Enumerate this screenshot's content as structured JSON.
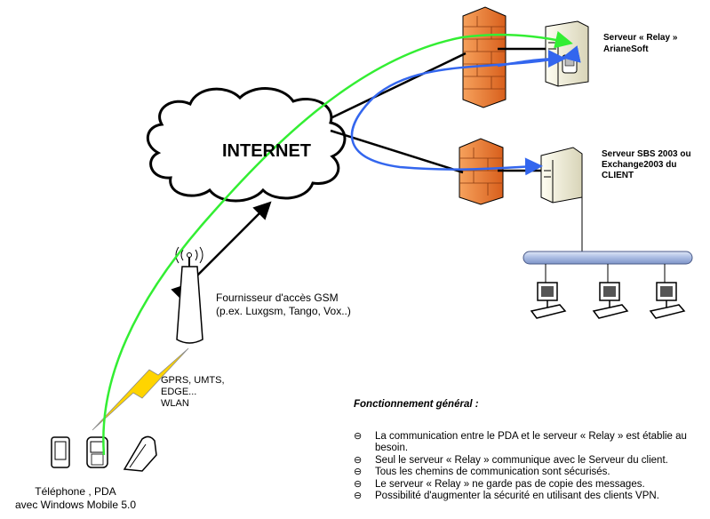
{
  "cloud_label": "INTERNET",
  "relay_server": {
    "line1": "Serveur « Relay »",
    "line2": "ArianeSoft"
  },
  "client_server": {
    "line1": "Serveur SBS 2003 ou",
    "line2": "Exchange2003 du",
    "line3": "CLIENT"
  },
  "gsm_provider": {
    "line1": "Fournisseur d'accès GSM",
    "line2": "(p.ex. Luxgsm, Tango, Vox..)"
  },
  "wireless": {
    "line1": "GPRS, UMTS,",
    "line2": "EDGE...",
    "line3": "WLAN"
  },
  "devices": {
    "line1": "Téléphone , PDA",
    "line2": "avec Windows Mobile 5.0"
  },
  "section_title": "Fonctionnement général :",
  "bullets": [
    {
      "text": "La communication entre le  PDA et le serveur « Relay » est établie au",
      "cont": "besoin."
    },
    {
      "text": "Seul le serveur « Relay » communique avec le Serveur du client."
    },
    {
      "text": "Tous les chemins de communication sont sécurisés."
    },
    {
      "text": "Le serveur « Relay » ne garde pas de copie des  messages."
    },
    {
      "text": "Possibilité d'augmenter la sécurité en utilisant des clients VPN."
    }
  ],
  "colors": {
    "green_path": "#33ee33",
    "blue_path": "#3366ee",
    "firewall": "#e8752e",
    "lan_bus": "#b7c6e6"
  }
}
